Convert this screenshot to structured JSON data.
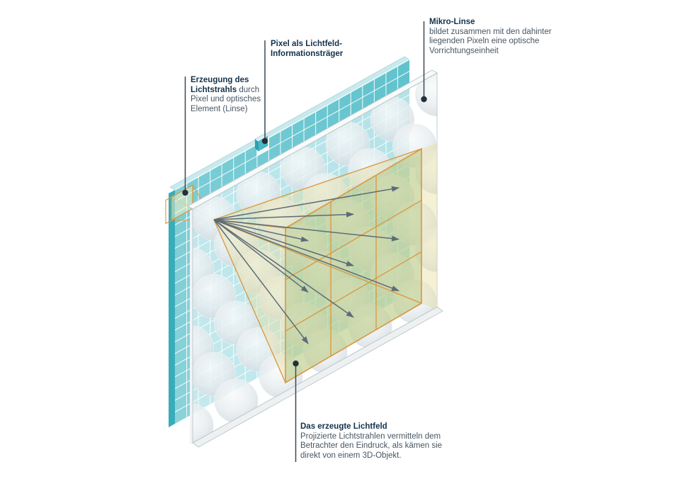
{
  "labels": {
    "mikro": {
      "title": "Mikro-Linse",
      "lines": [
        "bildet zusammen mit den dahinter",
        "liegenden Pixeln eine optische",
        "Vorrichtungseinheit"
      ]
    },
    "pixel": {
      "title_line1": "Pixel als Lichtfeld-",
      "title_line2": "Informationsträger"
    },
    "erzeugung": {
      "bold1": "Erzeugung des",
      "bold2": "Lichtstrahls",
      "rest2": " durch",
      "lines": [
        "Pixel und optisches",
        "Element (Linse)"
      ]
    },
    "lichtfeld": {
      "title": "Das erzeugte Lichtfeld",
      "lines": [
        "Projizierte Lichtstrahlen vermitteln dem",
        "Betrachter den Eindruck, als kämen sie",
        "direkt von einem 3D-Objekt."
      ]
    }
  },
  "colors": {
    "teal_face_light": "#8ad3da",
    "teal_face_dark": "#5fc2cd",
    "teal_side": "#39acba",
    "teal_top": "#c8eaed",
    "teal_grid_line": "rgba(255,255,255,0.85)",
    "lens_face": "rgba(253,255,255,0.52)",
    "lens_edge": "#b6c0c5",
    "lens_top": "#f8fbfb",
    "lens_bottom": "#eef1f2",
    "circle_c0": "#f9fbfb",
    "circle_c1": "#e8edf0",
    "circle_c2": "#d4dbe0",
    "orange": "#d9973f",
    "quad_fill": "rgba(247,241,195,0.5)",
    "yellow_fill": "rgba(232,221,160,0.42)",
    "green_fill": "rgba(160,192,120,0.38)",
    "arrow": "#5d6c76",
    "leader": "#3b4954",
    "dot": "#233039",
    "cube_front": "#4ab9c6",
    "cube_top": "#d8f1f3",
    "cube_side": "#2f9fae",
    "title_text": "#14324b",
    "body_text": "#475663"
  }
}
